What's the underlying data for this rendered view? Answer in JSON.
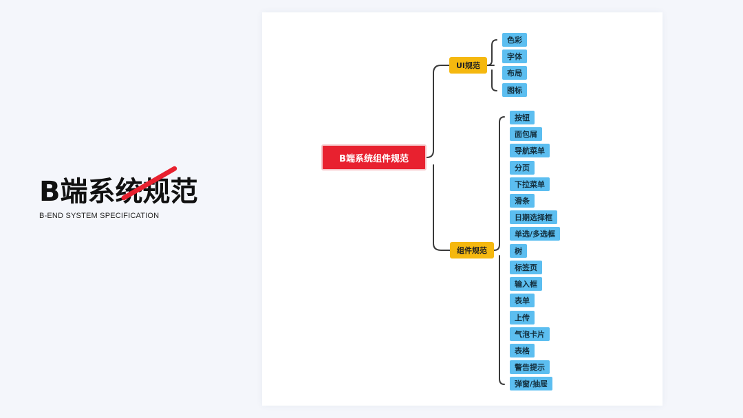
{
  "hero": {
    "title": "B端系统规范",
    "subtitle": "B-END SYSTEM SPECIFICATION"
  },
  "mindmap": {
    "root": "B端系统组件规范",
    "ui_branch": {
      "label": "UI规范",
      "children": [
        "色彩",
        "字体",
        "布局",
        "图标"
      ]
    },
    "component_branch": {
      "label": "组件规范",
      "children": [
        "按钮",
        "面包屑",
        "导航菜单",
        "分页",
        "下拉菜单",
        "滑条",
        "日期选择框",
        "单选/多选框",
        "树",
        "标签页",
        "输入框",
        "表单",
        "上传",
        "气泡卡片",
        "表格",
        "警告提示",
        "弹窗/抽屉"
      ]
    }
  },
  "colors": {
    "accent_red": "#e8212f",
    "branch_yellow": "#f5b80f",
    "leaf_blue": "#5cbef0"
  }
}
